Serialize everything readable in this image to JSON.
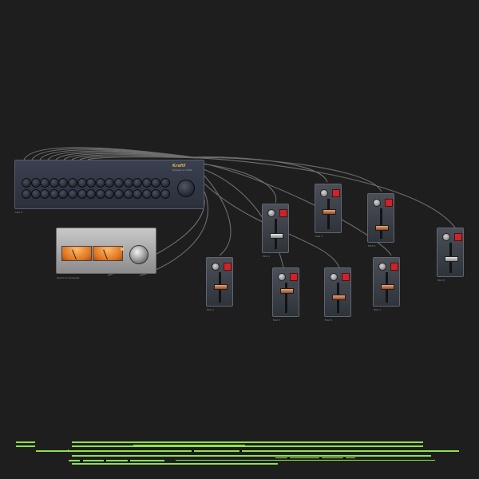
{
  "sequencer": {
    "brand": "Kraftf",
    "model": "Sequencer 2000",
    "caption": "Mod 8"
  },
  "vu_meter": {
    "caption": "Spectrum Analyser"
  },
  "modules": [
    {
      "id": "m1",
      "caption": "Mod 1",
      "cap_level": 0.55,
      "cap_color": "orange"
    },
    {
      "id": "m2",
      "caption": "Mod 2",
      "cap_level": 0.45,
      "cap_color": "grey"
    },
    {
      "id": "m3",
      "caption": "Mod 3",
      "cap_level": 0.8,
      "cap_color": "orange"
    },
    {
      "id": "m4",
      "caption": "Mod 4",
      "cap_level": 0.6,
      "cap_color": "orange"
    },
    {
      "id": "m5",
      "caption": "Mod 5",
      "cap_level": 0.55,
      "cap_color": "orange"
    },
    {
      "id": "m6",
      "caption": "Mod 6",
      "cap_level": 0.35,
      "cap_color": "orange"
    },
    {
      "id": "m7",
      "caption": "Mod 7",
      "cap_level": 0.55,
      "cap_color": "orange"
    },
    {
      "id": "m8",
      "caption": "Mod 8",
      "cap_level": 0.5,
      "cap_color": "grey"
    }
  ],
  "colors": {
    "background": "#1e1e1e",
    "cable": "#6e6e6e",
    "accent_green": "#8fe04a",
    "mute_red": "#c8262a",
    "vu_orange": "#e0741f",
    "brand_gold": "#e3b33a"
  }
}
